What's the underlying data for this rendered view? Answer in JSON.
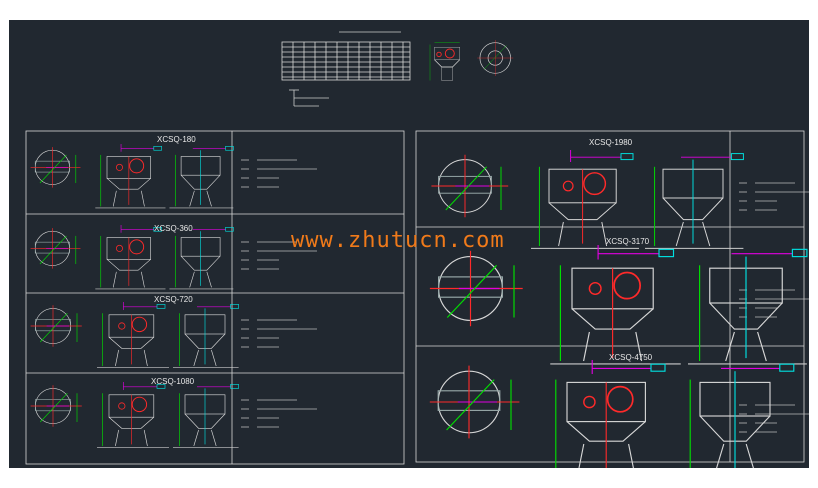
{
  "watermark": "www.zhutucn.com",
  "colors": {
    "background": "#212830",
    "dimension": "#00e000",
    "circle": "#ff2a2a",
    "pipe": "#e000e0",
    "axis": "#00e0e0",
    "line": "#d8d8d8"
  },
  "left_panels": [
    {
      "title": "XCSQ-180"
    },
    {
      "title": "XCSQ-360"
    },
    {
      "title": "XCSQ-720"
    },
    {
      "title": "XCSQ-1080"
    }
  ],
  "right_panels": [
    {
      "title": "XCSQ-1980"
    },
    {
      "title": "XCSQ-3170"
    },
    {
      "title": "XCSQ-4750"
    }
  ]
}
